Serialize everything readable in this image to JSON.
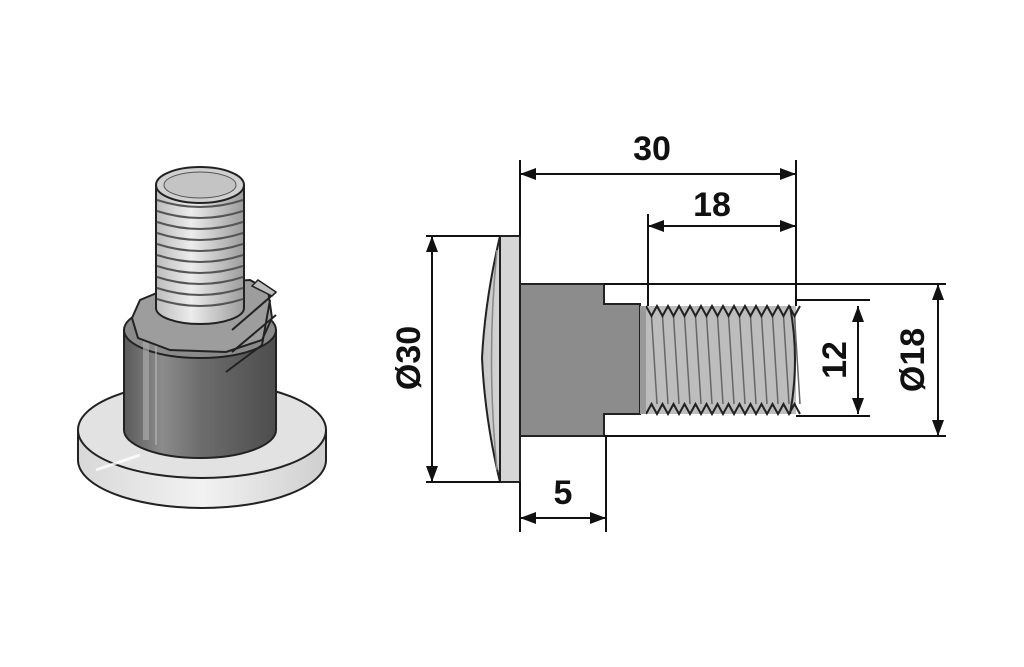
{
  "diagram": {
    "dimensions": {
      "total_length": "30",
      "thread_length": "18",
      "thread_diameter": "12",
      "head_diameter": "Ø30",
      "shank_diameter": "Ø18",
      "head_thickness": "5"
    }
  }
}
